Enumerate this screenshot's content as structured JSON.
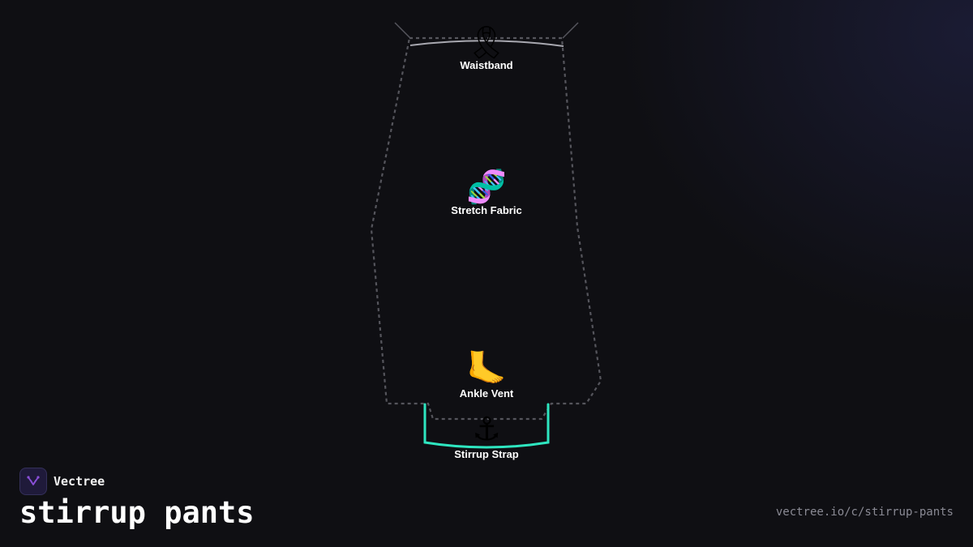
{
  "diagram": {
    "nodes": [
      {
        "id": "waistband",
        "label": "Waistband",
        "icon": "ribbon-icon",
        "glyph": "🎗"
      },
      {
        "id": "stretch-fabric",
        "label": "Stretch Fabric",
        "icon": "dna-icon",
        "glyph": "🧬"
      },
      {
        "id": "ankle-vent",
        "label": "Ankle Vent",
        "icon": "foot-icon",
        "glyph": "🦶"
      },
      {
        "id": "stirrup-strap",
        "label": "Stirrup Strap",
        "icon": "anchor-icon",
        "glyph": "⚓"
      }
    ],
    "highlight_color": "#2ee6c0",
    "outline_color": "#55555c"
  },
  "brand": {
    "name": "Vectree",
    "logo_icon": "vectree-logo-icon",
    "logo_color": "#8a4fd8"
  },
  "page": {
    "title": "stirrup pants",
    "url": "vectree.io/c/stirrup-pants"
  }
}
